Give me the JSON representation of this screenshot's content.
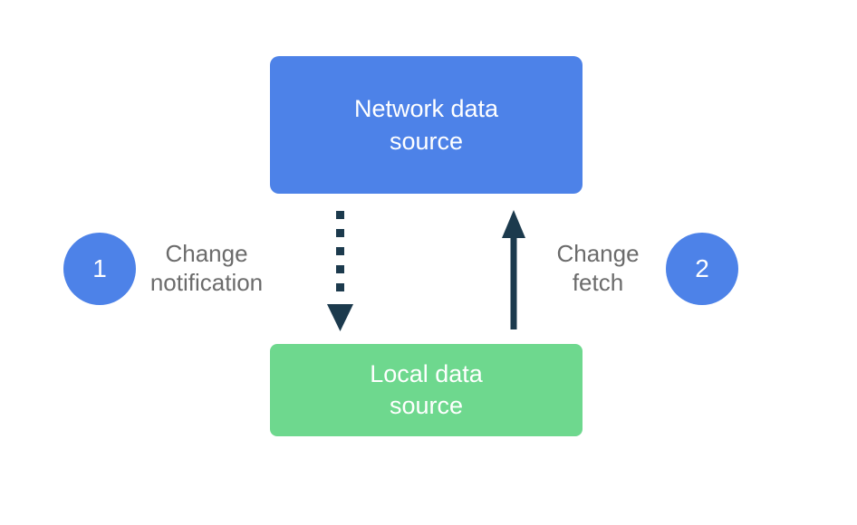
{
  "colors": {
    "blue": "#4D82E8",
    "green": "#6ED88E",
    "arrow": "#1C3A4D",
    "label": "#6B6B6B",
    "bg": "#FFFFFF"
  },
  "boxes": {
    "network": {
      "label": "Network data source",
      "lines": [
        "Network data",
        "source"
      ]
    },
    "local": {
      "label": "Local data source",
      "lines": [
        "Local data",
        "source"
      ]
    }
  },
  "steps": {
    "one": {
      "number": "1",
      "label": "Change notification",
      "label_lines": [
        "Change",
        "notification"
      ]
    },
    "two": {
      "number": "2",
      "label": "Change fetch",
      "label_lines": [
        "Change",
        "fetch"
      ]
    }
  },
  "icons": {
    "change_notification_arrow": "dotted-down-arrow",
    "change_fetch_arrow": "solid-up-arrow"
  }
}
